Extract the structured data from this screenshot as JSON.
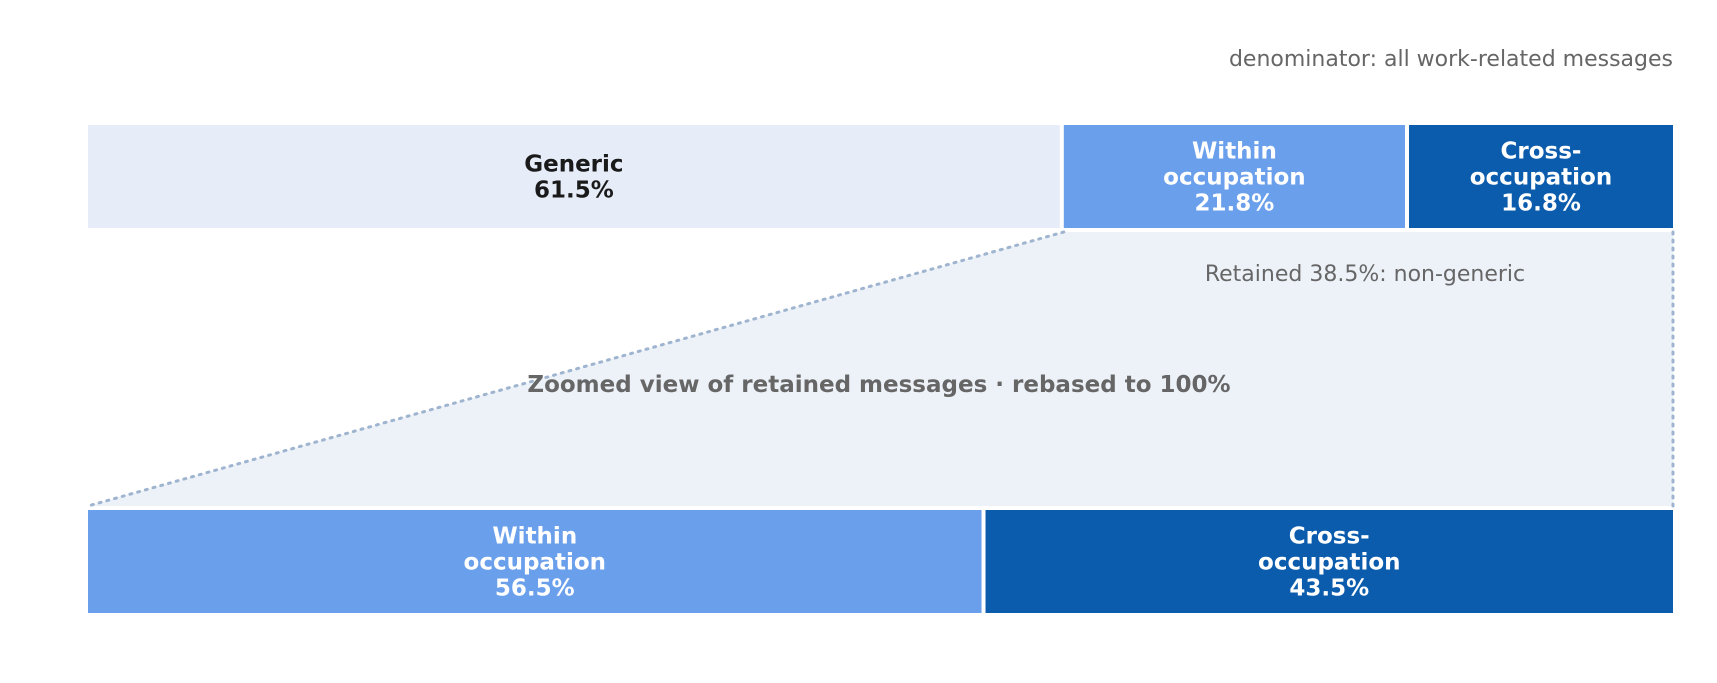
{
  "chart_data": [
    {
      "type": "bar",
      "orientation": "horizontal-stacked",
      "note": "denominator: all work-related messages",
      "segments": [
        {
          "lines": [
            "Generic"
          ],
          "value_label": "61.5%",
          "value": 61.5
        },
        {
          "lines": [
            "Within",
            "occupation"
          ],
          "value_label": "21.8%",
          "value": 21.8
        },
        {
          "lines": [
            "Cross-",
            "occupation"
          ],
          "value_label": "16.8%",
          "value": 16.8
        }
      ]
    },
    {
      "type": "bar",
      "orientation": "horizontal-stacked",
      "retained_label": "Retained 38.5%: non-generic",
      "zoom_label": "Zoomed view of retained messages · rebased to 100%",
      "segments": [
        {
          "lines": [
            "Within",
            "occupation"
          ],
          "value_label": "56.5%",
          "value": 56.5
        },
        {
          "lines": [
            "Cross-",
            "occupation"
          ],
          "value_label": "43.5%",
          "value": 43.5
        }
      ]
    }
  ],
  "colors": {
    "generic": "#e6edf9",
    "within": "#6a9fec",
    "cross": "#0b5cad",
    "zoom_band": "#edf2f9",
    "connector": "#9fb4cf",
    "dark_text": "#1a1a1a",
    "light_text": "#ffffff"
  }
}
